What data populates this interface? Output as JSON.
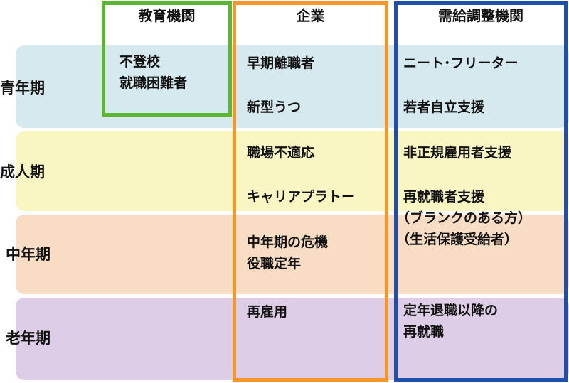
{
  "header": {
    "education": "教育機関",
    "corporate": "企業",
    "supply_demand": "需給調整機関"
  },
  "stages": {
    "youth": "青年期",
    "adult": "成人期",
    "middle": "中年期",
    "senior": "老年期"
  },
  "education": {
    "truancy": "不登校",
    "job_difficulty": "就職困難者"
  },
  "corporate": {
    "early_turnover": "早期離職者",
    "new_depression": "新型うつ",
    "workplace_maladjustment": "職場不適応",
    "career_plateau": "キャリアプラトー",
    "midlife_crisis": "中年期の危機",
    "mandatory_post_retirement": "役職定年",
    "reemployment": "再雇用"
  },
  "supply_demand": {
    "neet_freeter": "ニート･フリーター",
    "youth_independence": "若者自立支援",
    "nonregular_support": "非正規雇用者支援",
    "reemployment_support": "再就職者支援",
    "blank_period": "（ブランクのある方）",
    "welfare_recipients": "（生活保護受給者）",
    "post_retirement_line1": "定年退職以降の",
    "post_retirement_line2": "再就職"
  },
  "colors": {
    "education_border": "#5db535",
    "corporate_border": "#f4962b",
    "supply_border": "#1f4fa8",
    "youth_band": "#d6e9ef",
    "adult_band": "#f9f6c4",
    "middle_band": "#f8dcc4",
    "senior_band": "#ddcde6"
  }
}
